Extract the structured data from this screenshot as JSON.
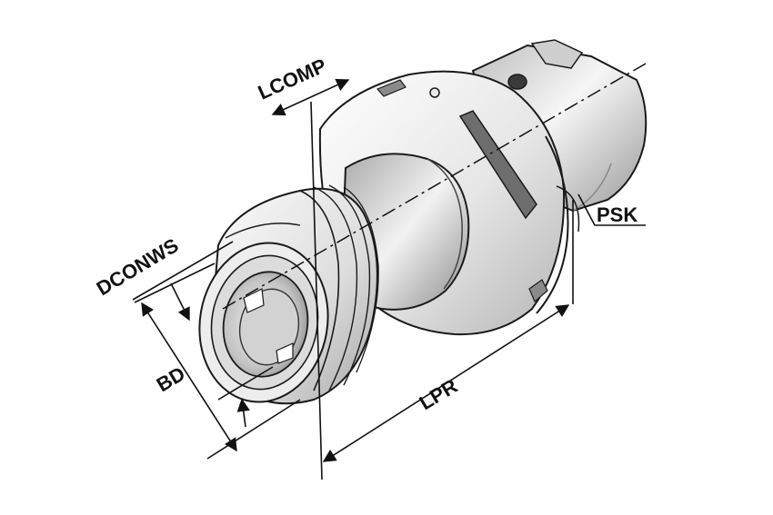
{
  "labels": {
    "lcomp": "LCOMP",
    "psk": "PSK",
    "dconws": "DCONWS",
    "bd": "BD",
    "lpr": "LPR"
  },
  "colors": {
    "outline": "#1a1a1a",
    "body_light": "#f4f4f4",
    "body_mid": "#d9d9d9",
    "body_dark": "#a8a8a8",
    "shadow": "#7a7a7a",
    "dimension": "#111111",
    "background": "#ffffff"
  }
}
